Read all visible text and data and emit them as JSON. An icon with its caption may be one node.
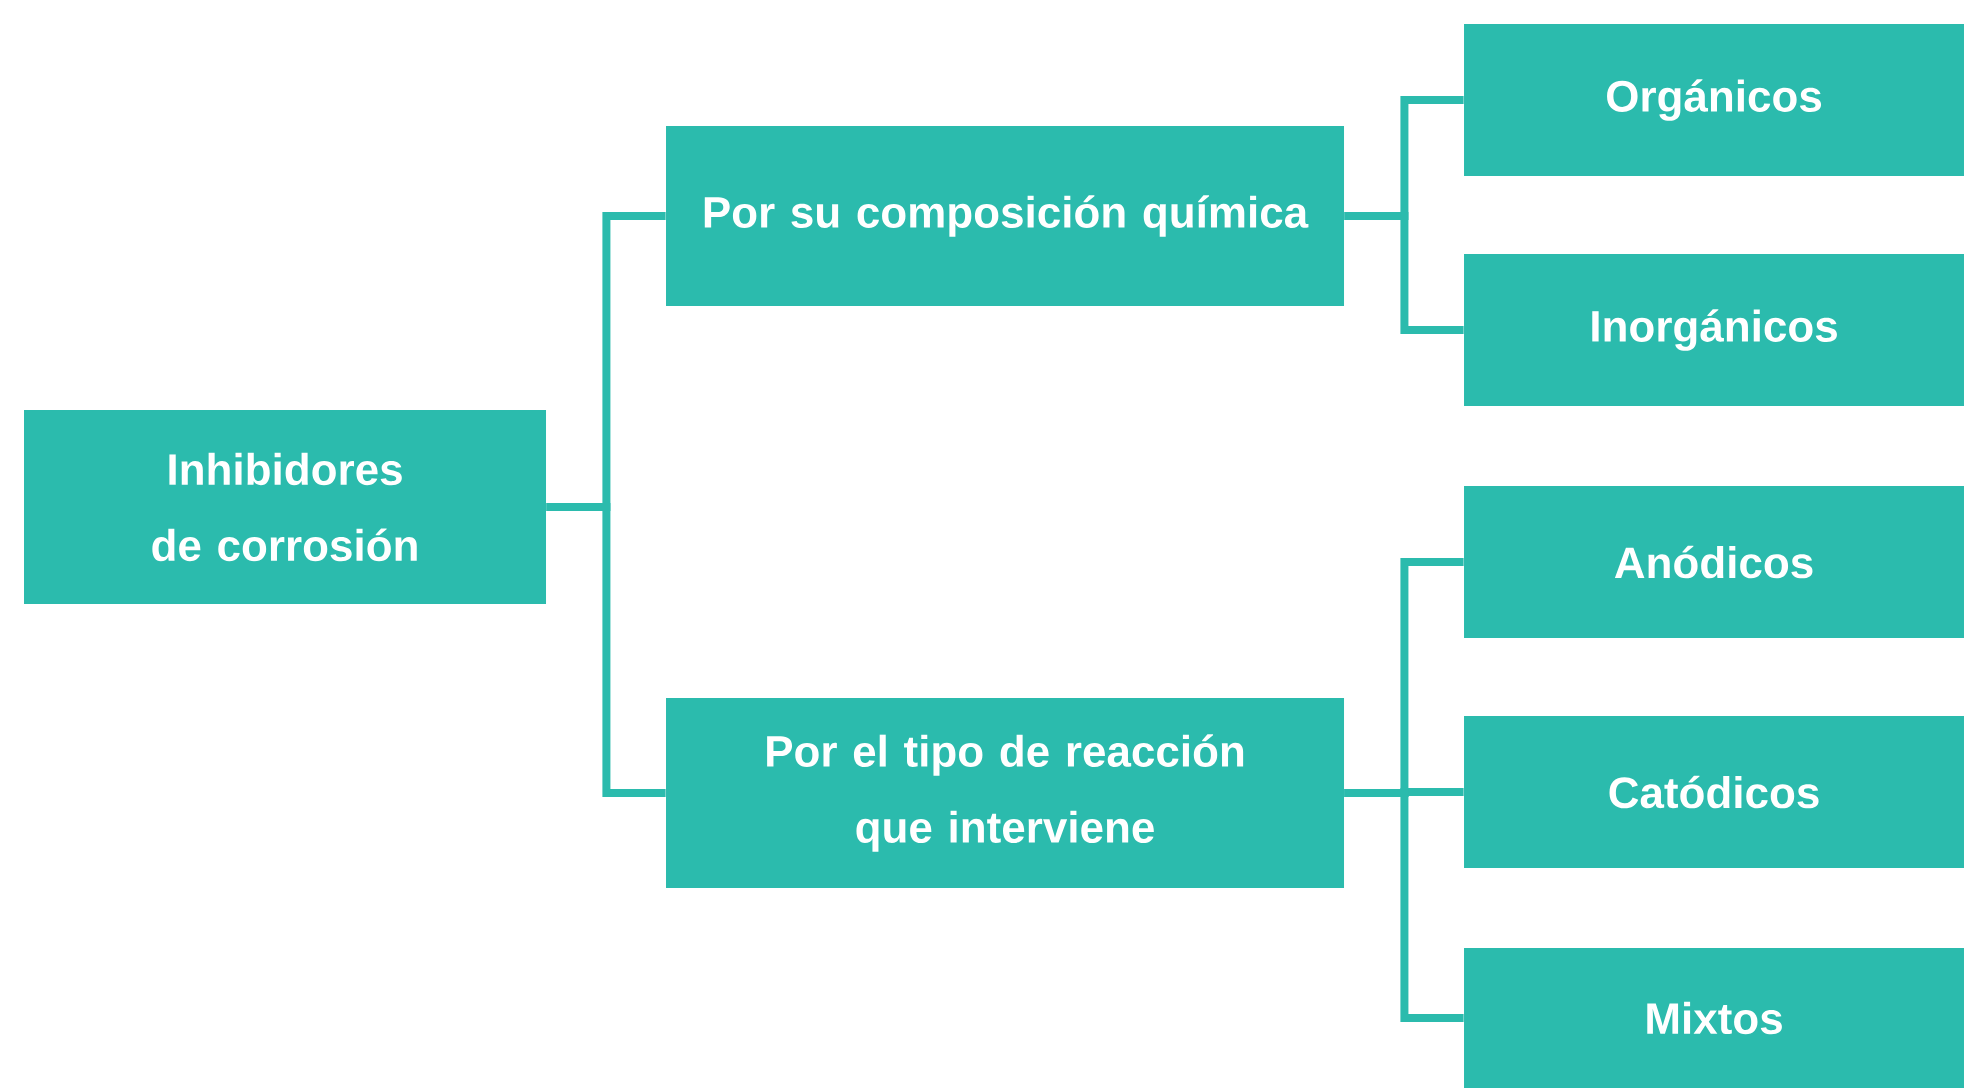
{
  "diagram": {
    "nodes": [
      {
        "text": [
          "Inhibidores de corrosión"
        ]
      },
      {
        "text": [
          "Por su composición química"
        ]
      },
      {
        "text": [
          "Por el tipo de reacción que interviene"
        ]
      },
      {
        "text": [
          "Orgánicos"
        ]
      },
      {
        "text": [
          "Inorgánicos"
        ]
      },
      {
        "text": [
          "Anódicos"
        ]
      },
      {
        "text": [
          "Catódicos"
        ]
      },
      {
        "text": [
          "Mixtos"
        ]
      }
    ],
    "edges": [
      {
        "from": 0,
        "to": 1,
        "arrow": "none"
      },
      {
        "from": 0,
        "to": 2,
        "arrow": "none"
      },
      {
        "from": 1,
        "to": 3,
        "arrow": "none"
      },
      {
        "from": 1,
        "to": 4,
        "arrow": "none"
      },
      {
        "from": 2,
        "to": 5,
        "arrow": "none"
      },
      {
        "from": 2,
        "to": 6,
        "arrow": "none"
      },
      {
        "from": 2,
        "to": 7,
        "arrow": "none"
      }
    ]
  }
}
